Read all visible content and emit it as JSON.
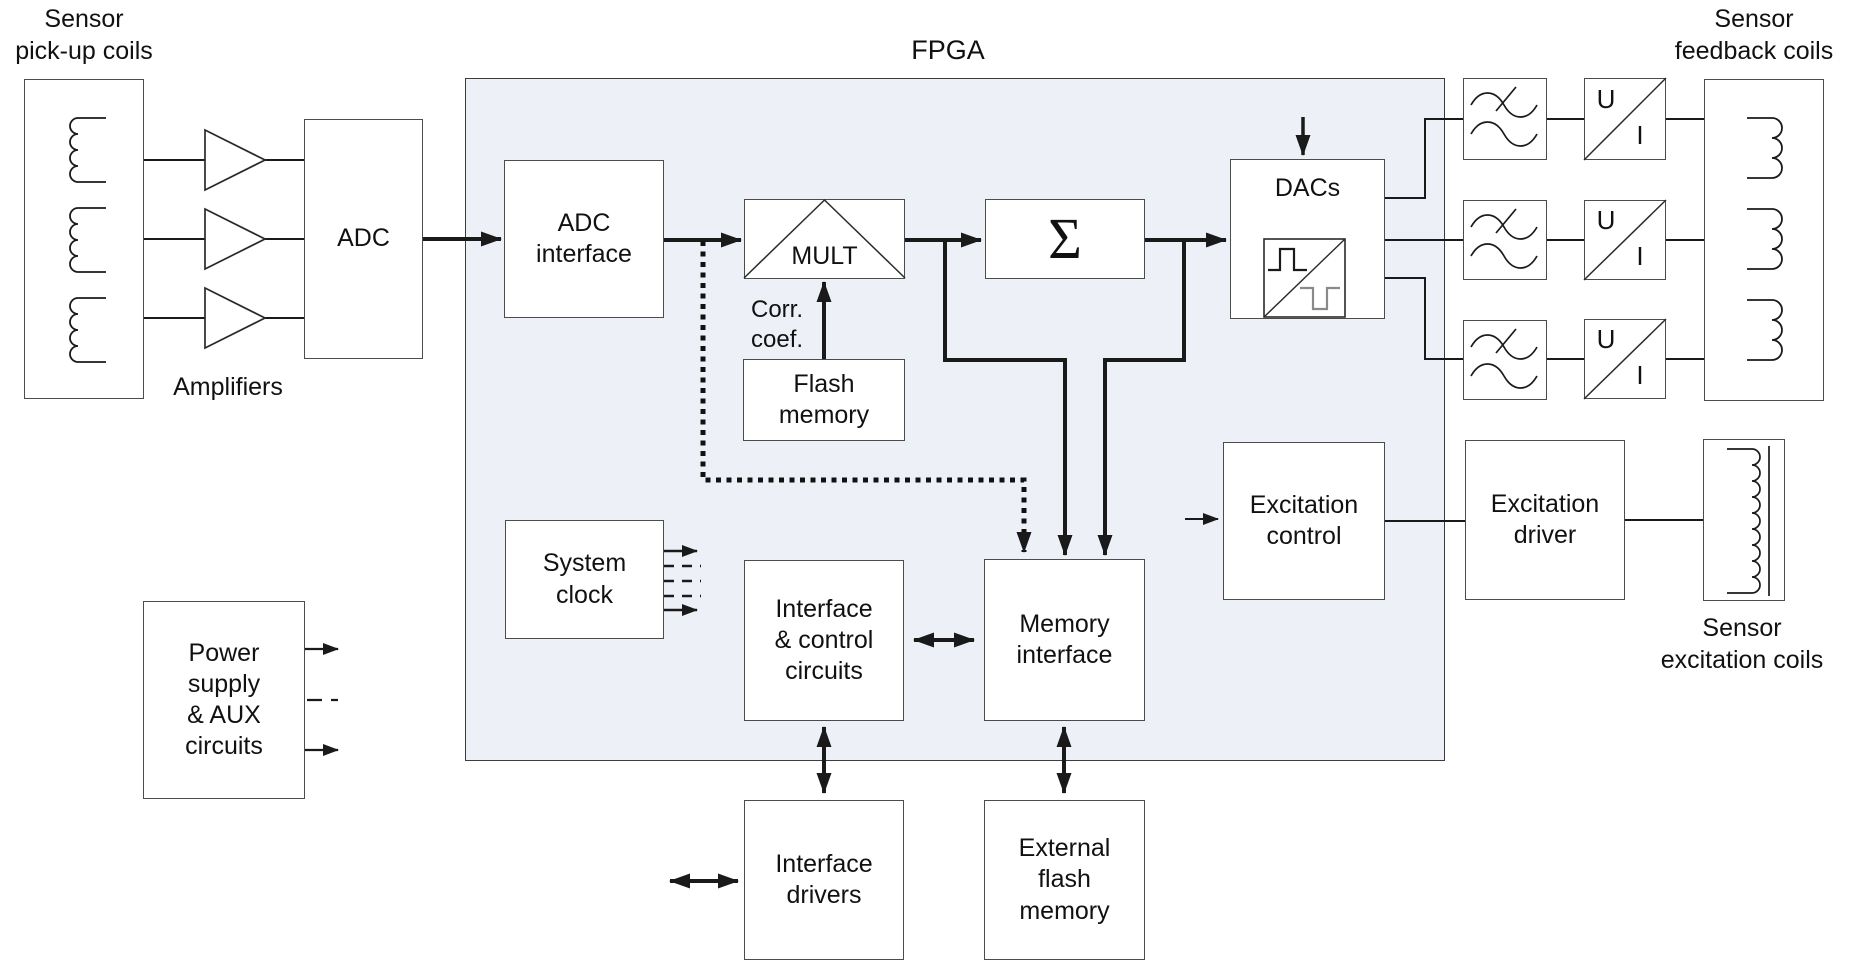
{
  "fpga": {
    "label": "FPGA"
  },
  "blocks": {
    "adc": "ADC",
    "adc_interface": "ADC\ninterface",
    "mult": "MULT",
    "sum": "Σ",
    "dacs": "DACs",
    "flash_memory": "Flash\nmemory",
    "system_clock": "System\nclock",
    "interface_control": "Interface\n& control\ncircuits",
    "memory_interface": "Memory\ninterface",
    "excitation_control": "Excitation\ncontrol",
    "excitation_driver": "Excitation\ndriver",
    "interface_drivers": "Interface\ndrivers",
    "external_flash_memory": "External\nflash\nmemory",
    "power_supply": "Power\nsupply\n& AUX\ncircuits"
  },
  "labels": {
    "sensor_pickup_coils": "Sensor\npick-up coils",
    "amplifiers": "Amplifiers",
    "sensor_feedback_coils": "Sensor\nfeedback coils",
    "sensor_excitation_coils": "Sensor\nexcitation coils",
    "corr_coef": "Corr.\ncoef."
  },
  "symbols": {
    "u": "U",
    "i": "I"
  },
  "colors": {
    "fpga_fill": "#edf1f7",
    "wire": "#1a1a1a",
    "box_border": "#4c4c4c",
    "background": "#ffffff"
  }
}
